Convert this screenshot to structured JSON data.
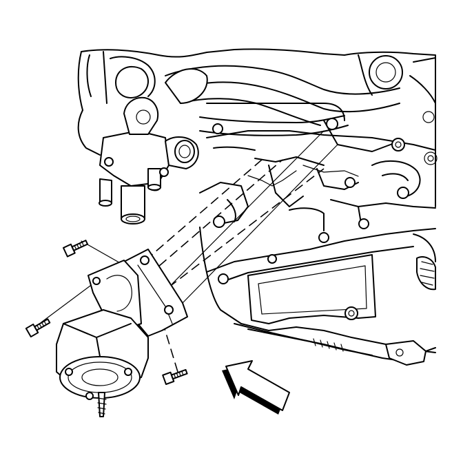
{
  "figure": {
    "alt_subject": "engine-mount-exploded-view",
    "stroke_color": "#000000",
    "background_color": "#ffffff",
    "parts": [
      "engine-block",
      "thermostat-housing",
      "oil-pan",
      "mount-bracket",
      "engine-mount",
      "bolt",
      "bolt",
      "bolt",
      "direction-arrow"
    ]
  }
}
